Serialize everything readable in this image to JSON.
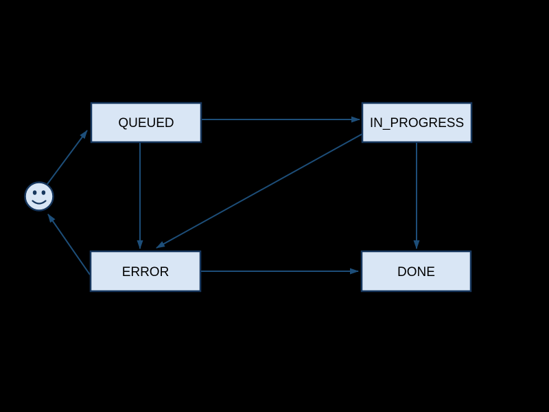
{
  "diagram": {
    "type": "state-machine",
    "colors": {
      "background": "#000000",
      "node_fill": "#d9e6f5",
      "node_border": "#17375e",
      "edge": "#1d4e79",
      "label": "#000000"
    },
    "nodes": [
      {
        "id": "start",
        "kind": "smiley-actor",
        "label": ""
      },
      {
        "id": "queued",
        "kind": "state-box",
        "label": "QUEUED"
      },
      {
        "id": "in_progress",
        "kind": "state-box",
        "label": "IN_PROGRESS"
      },
      {
        "id": "error",
        "kind": "state-box",
        "label": "ERROR"
      },
      {
        "id": "done",
        "kind": "state-box",
        "label": "DONE"
      }
    ],
    "edges": [
      {
        "from": "start",
        "to": "queued"
      },
      {
        "from": "queued",
        "to": "in_progress"
      },
      {
        "from": "queued",
        "to": "error"
      },
      {
        "from": "in_progress",
        "to": "error"
      },
      {
        "from": "in_progress",
        "to": "done"
      },
      {
        "from": "error",
        "to": "done"
      },
      {
        "from": "error",
        "to": "start"
      }
    ]
  }
}
